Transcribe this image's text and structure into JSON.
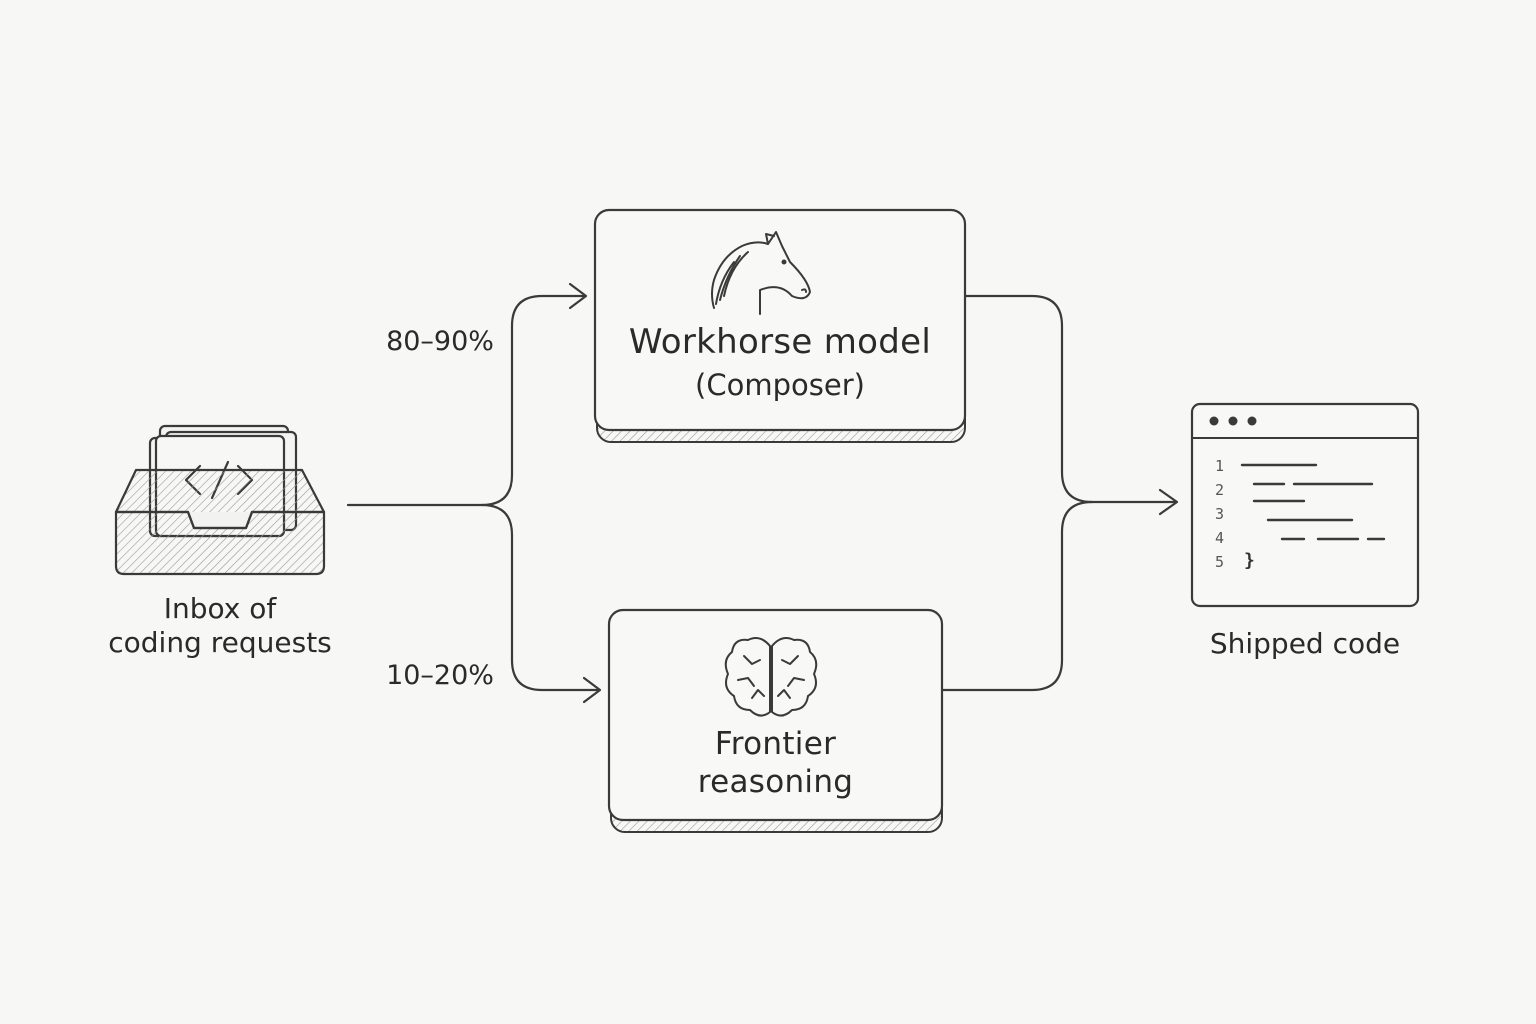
{
  "inbox": {
    "icon": "code-brackets-icon",
    "caption_line1": "Inbox of",
    "caption_line2": "coding requests"
  },
  "routes": {
    "top_percent": "80–90%",
    "bottom_percent": "10–20%"
  },
  "workhorse": {
    "icon": "horse-icon",
    "title": "Workhorse model",
    "subtitle": "(Composer)"
  },
  "frontier": {
    "icon": "brain-icon",
    "title_line1": "Frontier",
    "title_line2": "reasoning"
  },
  "shipped": {
    "icon": "code-window-icon",
    "caption": "Shipped code",
    "line_numbers": [
      "1",
      "2",
      "3",
      "4",
      "5"
    ],
    "closing_brace": "}"
  },
  "colors": {
    "background": "#f7f7f5",
    "stroke": "#3a3a3a",
    "text": "#2a2a2a"
  }
}
